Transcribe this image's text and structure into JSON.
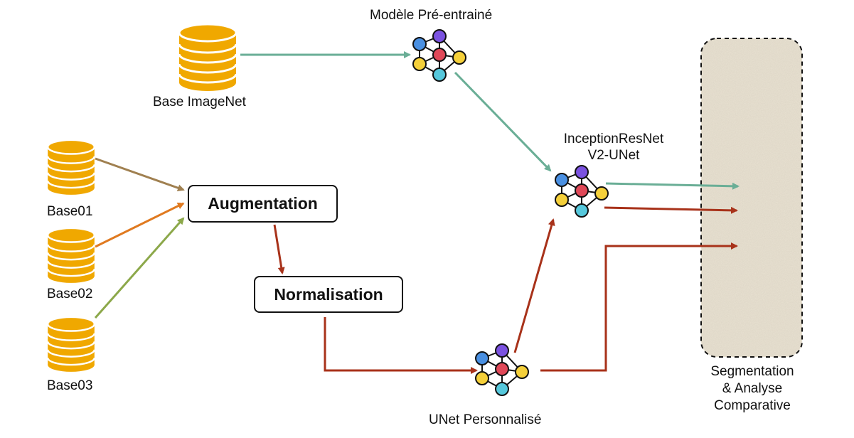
{
  "labels": {
    "base_imagenet": "Base ImageNet",
    "base01": "Base01",
    "base02": "Base02",
    "base03": "Base03",
    "pretrained_model": "Modèle Pré-entrainé",
    "inception_line1": "InceptionResNet",
    "inception_line2": "V2-UNet",
    "unet_custom": "UNet Personnalisé",
    "output_line1": "Segmentation",
    "output_line2": "& Analyse",
    "output_line3": "Comparative"
  },
  "boxes": {
    "augmentation": "Augmentation",
    "normalisation": "Normalisation"
  },
  "icons": {
    "database": "database-icon",
    "network": "neural-network-icon"
  },
  "colors": {
    "database": "#F0A800",
    "teal_arrow": "#6AAE96",
    "red_arrow": "#A8321A",
    "brown_arrow": "#A08050",
    "orange_arrow": "#E07A20",
    "green_arrow": "#8CA84A",
    "output_panel": "#E9E2D2",
    "node_blue": "#4A90E2",
    "node_purple": "#7B52E0",
    "node_red": "#E04858",
    "node_yellow": "#F5D03A",
    "node_cyan": "#56C8DC"
  }
}
